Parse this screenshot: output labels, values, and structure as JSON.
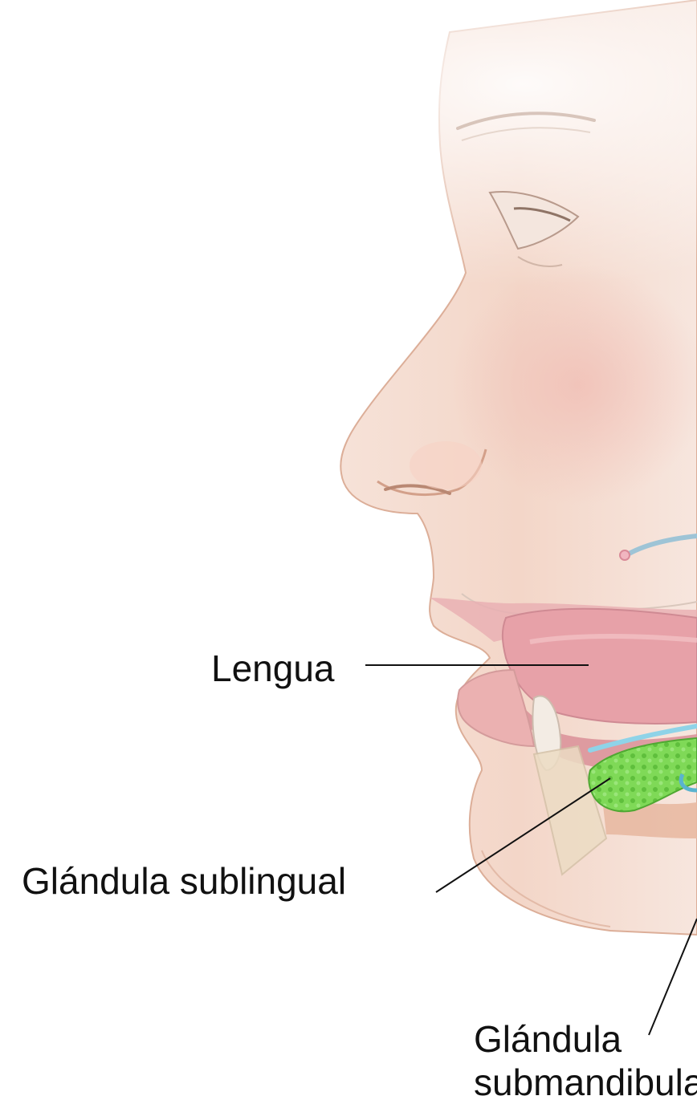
{
  "labels": {
    "tongue": "Lengua",
    "sublingual_gland": "Glándula sublingual",
    "submandibular_gland_line1": "Glándula",
    "submandibular_gland_line2": "submandibular"
  },
  "colors": {
    "background": "#ffffff",
    "skin": "#f4d9cc",
    "skin_shadow": "#e3b6a2",
    "lip_tongue": "#e8a6ac",
    "mouth_interior": "#d98f98",
    "gland_green": "#7ed957",
    "duct_blue": "#8fd3e8",
    "bone": "#ecdcc4",
    "leader_line": "#111111"
  }
}
